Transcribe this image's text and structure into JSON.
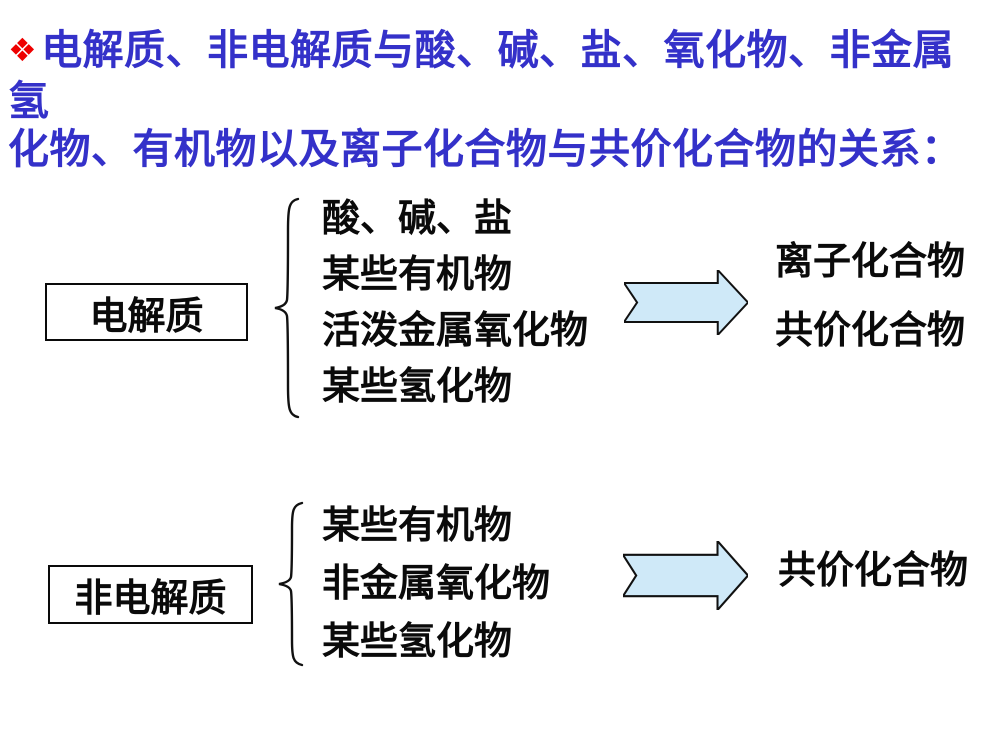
{
  "title": {
    "bullet": "❖",
    "line1": "电解质、非电解质与酸、碱、盐、氧化物、非金属氢",
    "line2": "化物、有机物以及离子化合物与共价化合物的关系：",
    "color": "#3431c9",
    "bullet_color": "#ee0000"
  },
  "groups": [
    {
      "label": "电解质",
      "items": [
        "酸、碱、盐",
        "某些有机物",
        "活泼金属氧化物",
        "某些氢化物"
      ],
      "outputs": [
        "离子化合物",
        "共价化合物"
      ]
    },
    {
      "label": "非电解质",
      "items": [
        "某些有机物",
        "非金属氧化物",
        "某些氢化物"
      ],
      "outputs": [
        "共价化合物"
      ]
    }
  ],
  "colors": {
    "background": "#ffffff",
    "body_text": "#0a0a0a",
    "arrow_fill": "#cfe9f8",
    "arrow_stroke": "#111111",
    "box_border": "#0a0a0a"
  }
}
